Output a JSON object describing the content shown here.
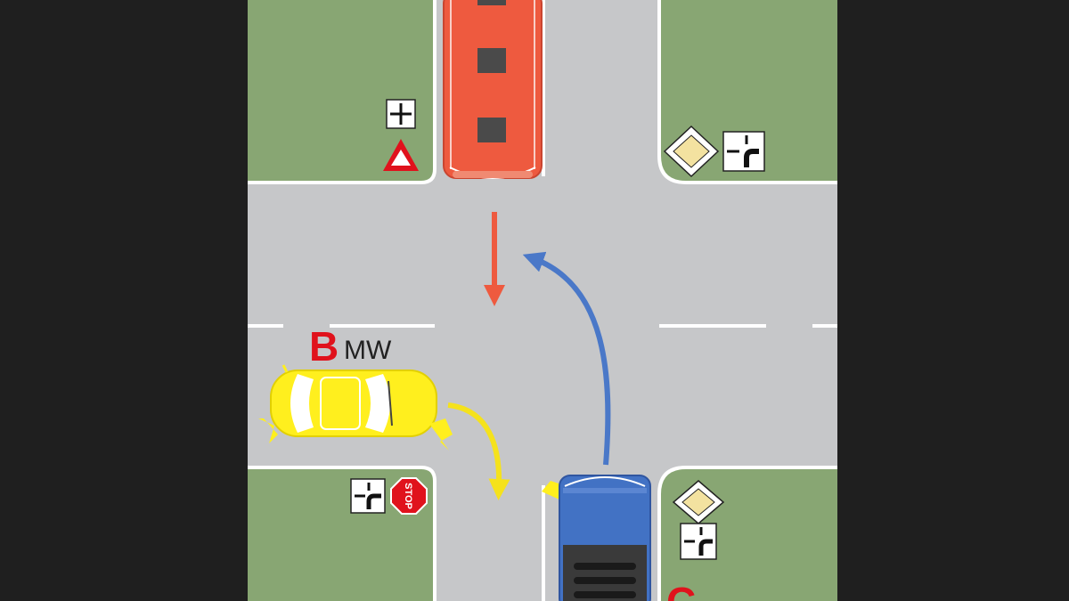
{
  "colors": {
    "background": "#1f1f1f",
    "road": "#c6c7c9",
    "grass": "#88a673",
    "tram": "#ee5a3f",
    "car_b": "#ffef1e",
    "car_c": "#4272c4",
    "arrow_red": "#ee5a3f",
    "arrow_blue": "#4a78c8",
    "arrow_yellow": "#f5e21c",
    "label_red": "#e0121c"
  },
  "vehicles": {
    "tram": {
      "icon": "tram-icon"
    },
    "car_b": {
      "icon": "car-icon",
      "letter": "B",
      "suffix": "MW"
    },
    "car_c": {
      "icon": "van-icon",
      "letter": "C"
    }
  },
  "signs": {
    "top_left": [
      "intersection-side-road-icon",
      "yield-triangle-icon"
    ],
    "top_right": [
      "priority-road-diamond-icon",
      "intersection-priority-road-icon"
    ],
    "bottom_left": [
      "intersection-side-road-icon",
      "stop-sign-icon"
    ],
    "bottom_right": [
      "priority-road-diamond-icon",
      "intersection-priority-road-icon"
    ],
    "stop_text": "STOP"
  },
  "movements": {
    "tram": "straight",
    "car_b": "right-turn",
    "car_c": "left-turn"
  }
}
